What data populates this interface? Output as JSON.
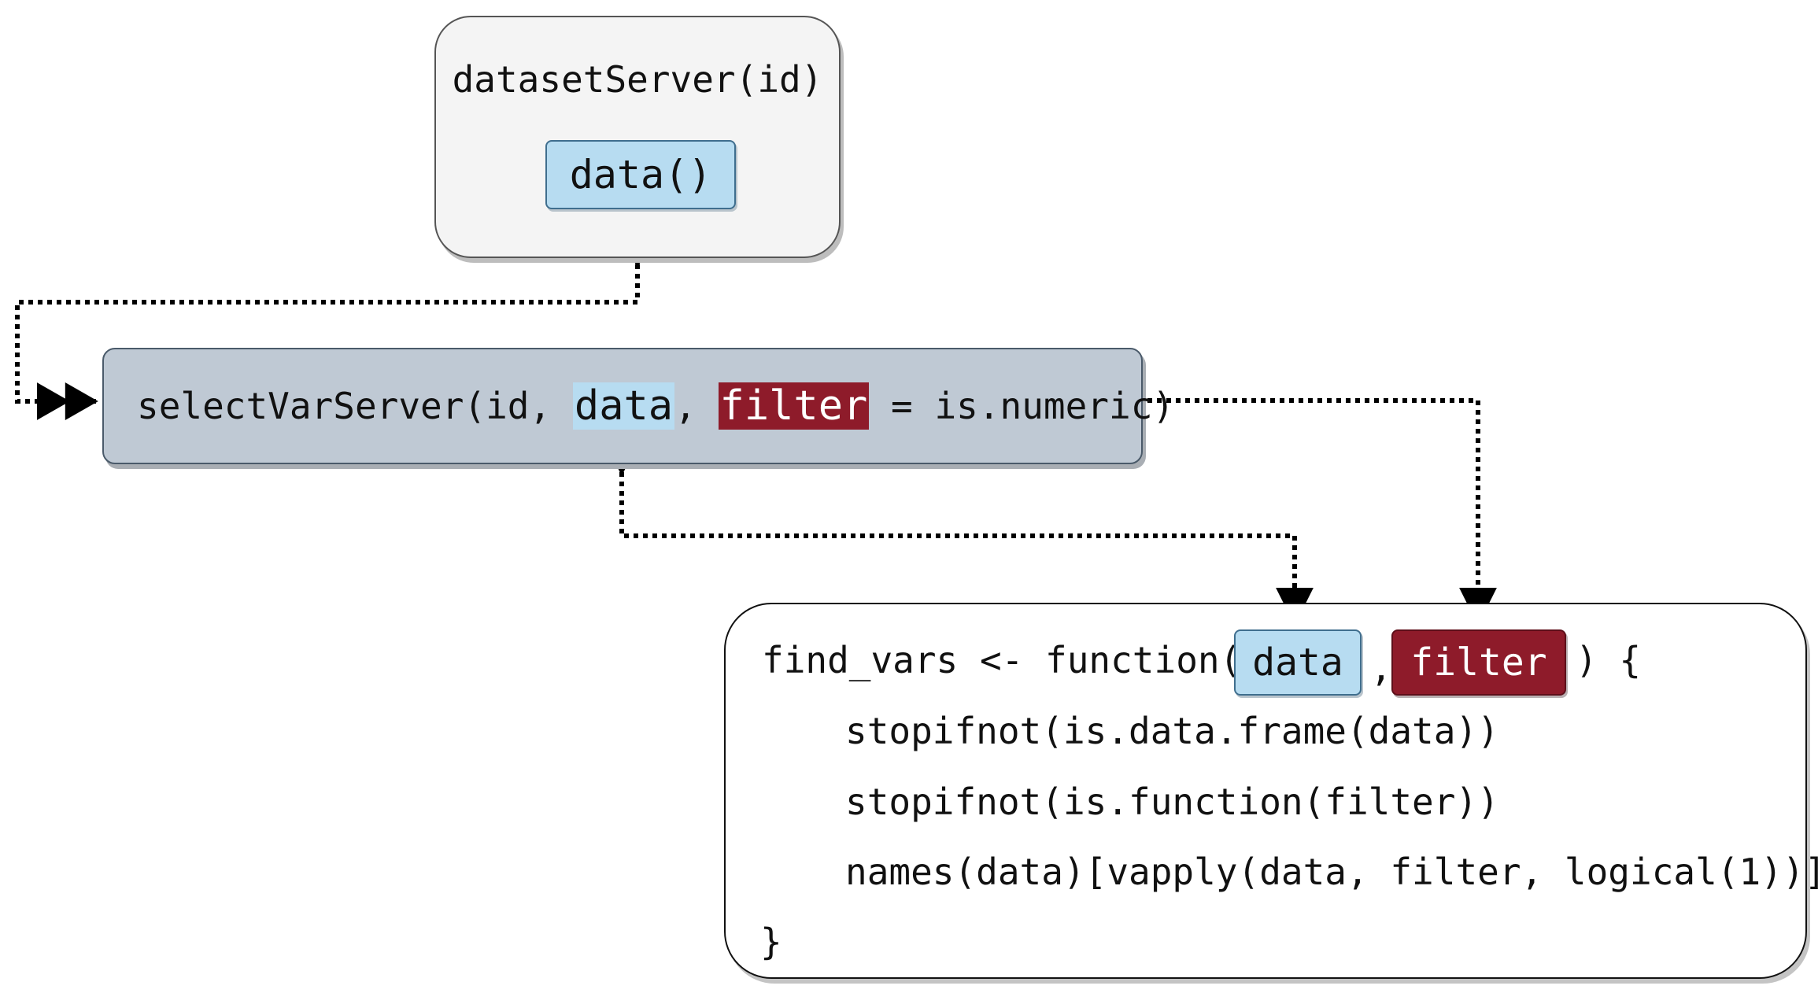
{
  "dataset_module": {
    "signature": "datasetServer(id)",
    "output_chip": "data()"
  },
  "select_module": {
    "sig_prefix": "selectVarServer(id, ",
    "arg_data": "data",
    "sep": ", ",
    "arg_filter": "filter",
    "sig_suffix": " = is.numeric)"
  },
  "find_vars": {
    "head_prefix": "find_vars <- function(",
    "arg_data": "data",
    "comma": ",",
    "arg_filter": "filter",
    "head_suffix": ") {",
    "body": [
      "stopifnot(is.data.frame(data))",
      "stopifnot(is.function(filter))",
      "names(data)[vapply(data, filter, logical(1))]"
    ],
    "closing": "}"
  },
  "colors": {
    "data_highlight": "#b7dcf1",
    "filter_highlight": "#8e1b2a",
    "select_box_fill": "#bfc9d4",
    "dataset_box_fill": "#f4f4f4"
  }
}
